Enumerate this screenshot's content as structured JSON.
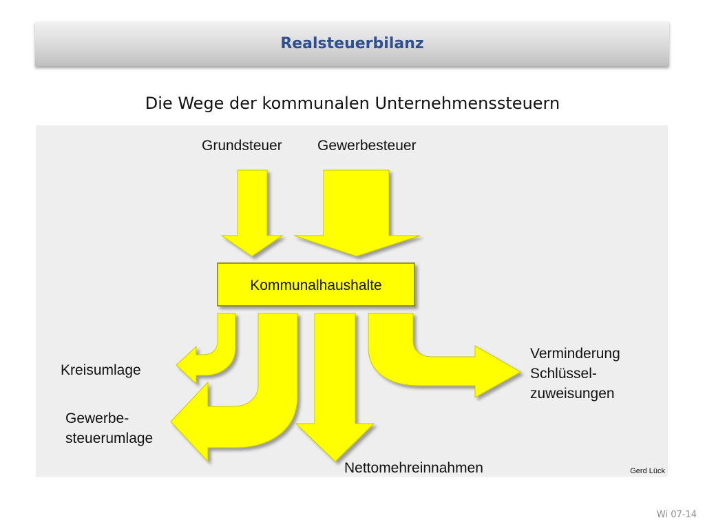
{
  "header": {
    "title": "Realsteuerbilanz"
  },
  "subtitle": "Die Wege der  kommunalen Unternehmenssteuern",
  "diagram": {
    "sources": {
      "grundsteuer": "Grundsteuer",
      "gewerbesteuer": "Gewerbesteuer"
    },
    "center": "Kommunalhaushalte",
    "outputs": {
      "kreisumlage": "Kreisumlage",
      "gewerbesteuerumlage_line1": "Gewerbe-",
      "gewerbesteuerumlage_line2": "steuerumlage",
      "nettomehreinnahmen": "Nettomehreinnahmen",
      "verminderung_line1": "Verminderung",
      "verminderung_line2": "Schlüssel-",
      "verminderung_line3": "zuweisungen"
    },
    "credit": "Gerd Lück",
    "colors": {
      "arrow_fill": "#ffff00",
      "arrow_stroke": "#c8c800",
      "panel": "#eeeeee"
    }
  },
  "footer": {
    "slide_number": "Wi 07-14"
  }
}
